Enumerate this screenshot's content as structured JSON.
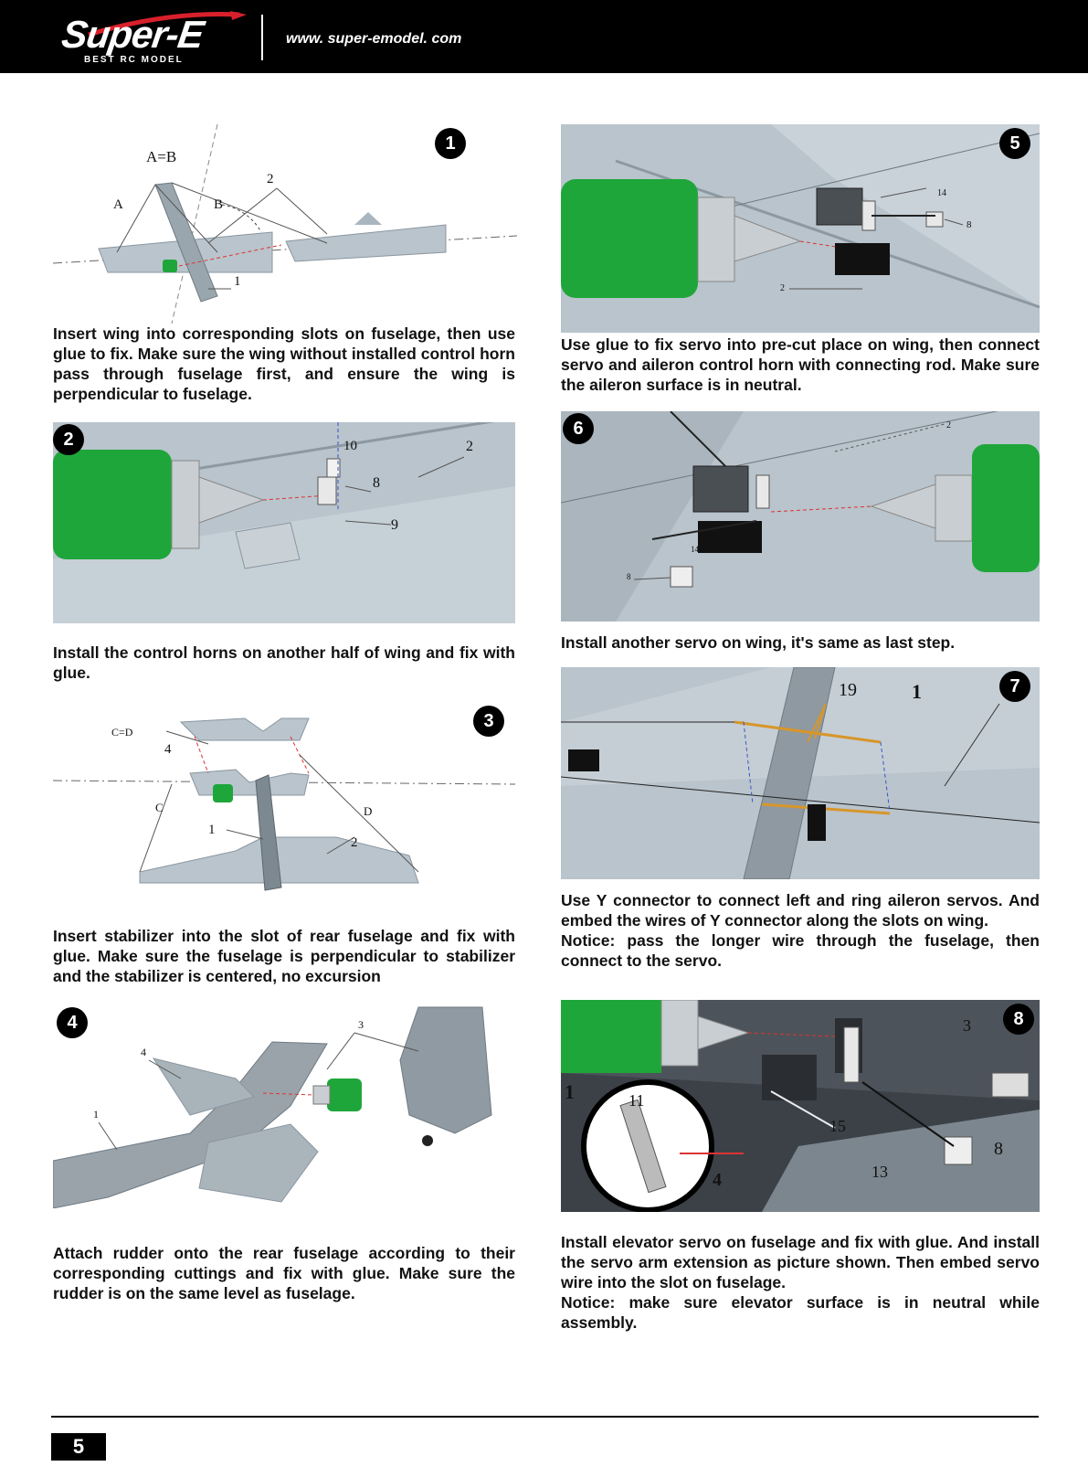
{
  "header": {
    "logo_text": "Super-E",
    "logo_tag": "BEST   RC MODEL",
    "url": "www. super-emodel. com"
  },
  "steps": [
    {
      "number": "1",
      "caption": "Insert wing into corresponding slots on fuselage, then use glue to fix. Make sure the wing without installed control horn pass through fuselage first, and ensure the wing is perpendicular to fuselage.",
      "labels": [
        "A=B",
        "A",
        "B",
        "2",
        "1"
      ]
    },
    {
      "number": "2",
      "caption": "Install the control horns on another half of wing and fix with glue.",
      "labels": [
        "10",
        "2",
        "8",
        "9"
      ]
    },
    {
      "number": "3",
      "caption": "Insert stabilizer into the slot of rear fuselage and fix with glue. Make sure the  fuselage is perpendicular to stabilizer and the stabilizer is centered, no excursion",
      "labels": [
        "C=D",
        "4",
        "C",
        "D",
        "1",
        "2"
      ]
    },
    {
      "number": "4",
      "caption": "Attach rudder onto the rear fuselage according to their corresponding cuttings and fix with glue. Make sure the rudder is on the same level as fuselage.",
      "labels": [
        "3",
        "4",
        "1"
      ]
    },
    {
      "number": "5",
      "caption": "Use glue to fix servo into pre-cut place on wing, then connect servo and aileron control horn with connecting rod. Make sure the aileron surface is in neutral.",
      "labels": [
        "14",
        "8",
        "2"
      ]
    },
    {
      "number": "6",
      "caption": "Install another servo on wing, it's same as last step.",
      "labels": [
        "2",
        "14",
        "8"
      ]
    },
    {
      "number": "7",
      "caption": "Use Y connector to connect left and ring aileron servos. And embed the wires of Y connector along the slots on wing.",
      "notice_label": "Notice:",
      "notice": " pass the longer wire through the fuselage, then connect to the servo.",
      "labels": [
        "19",
        "1"
      ]
    },
    {
      "number": "8",
      "caption": "Install elevator servo on fuselage and fix with glue. And install the servo arm extension as picture shown. Then embed servo wire into the slot on fuselage.",
      "notice_label": "Notice:",
      "notice": " make sure elevator surface is in neutral while assembly.",
      "labels": [
        "3",
        "1",
        "11",
        "15",
        "8",
        "13",
        "4"
      ]
    }
  ],
  "footer": {
    "page_number": "5"
  },
  "colors": {
    "glue_green": "#1fa63a",
    "part_gray": "#b9c4cc",
    "header_bg": "#000000"
  }
}
